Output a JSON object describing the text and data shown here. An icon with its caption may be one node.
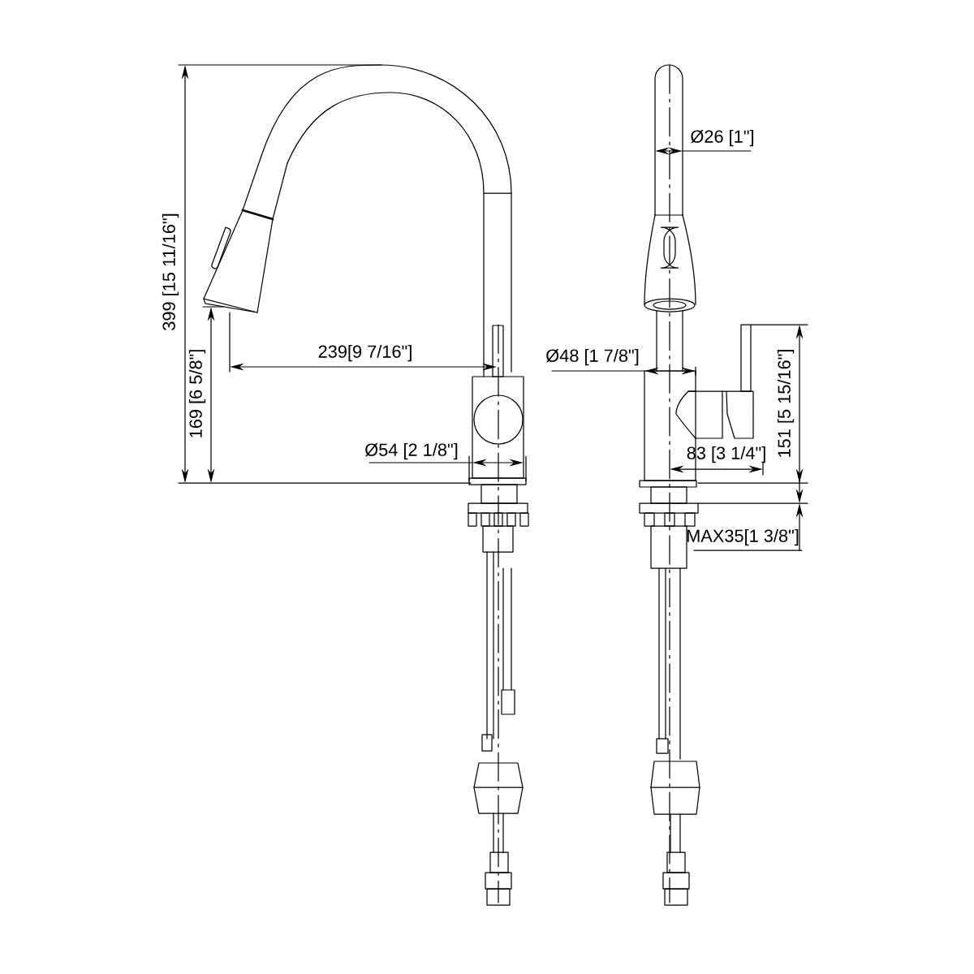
{
  "diagram": {
    "labels": [
      "Ø26 [1\"]",
      "399 [15 11/16\"]",
      "239[9 7/16\"]",
      "Ø48 [1 7/8\"]",
      "169 [6 5/8\"]",
      "151 [5 15/16\"]",
      "Ø54 [2 1/8\"]",
      "83 [3 1/4\"]",
      "MAX35[1 3/8\"]"
    ]
  }
}
